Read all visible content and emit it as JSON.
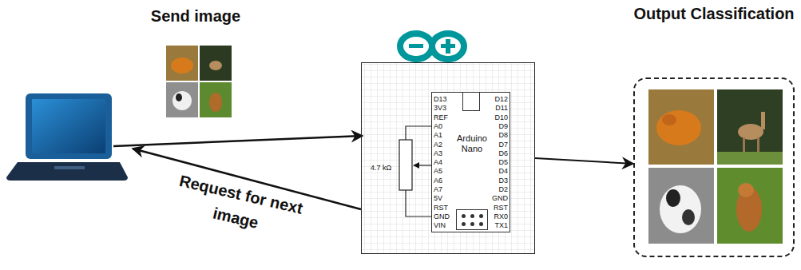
{
  "diagram": {
    "nodes": [
      {
        "text": [
          "4.7 kΩ"
        ]
      },
      {
        "text": [
          "Arduino Nano"
        ],
        "in": 0
      },
      {
        "text": [
          "Output Classification"
        ]
      }
    ],
    "edges": [
      {
        "from": 0,
        "to": 2,
        "arrow": "to"
      }
    ],
    "labels": [
      "Send image",
      "Request for next image",
      "D13",
      "3V3",
      "REF",
      "A0",
      "A1",
      "A2",
      "A3",
      "A4",
      "A5",
      "A6",
      "A7",
      "5V",
      "RST",
      "GND",
      "VIN",
      "D12",
      "D11",
      "D10",
      "D9",
      "D8",
      "D7",
      "D6",
      "D5",
      "D4",
      "D3",
      "D2",
      "GND",
      "RST",
      "RX0",
      "TX1"
    ]
  }
}
